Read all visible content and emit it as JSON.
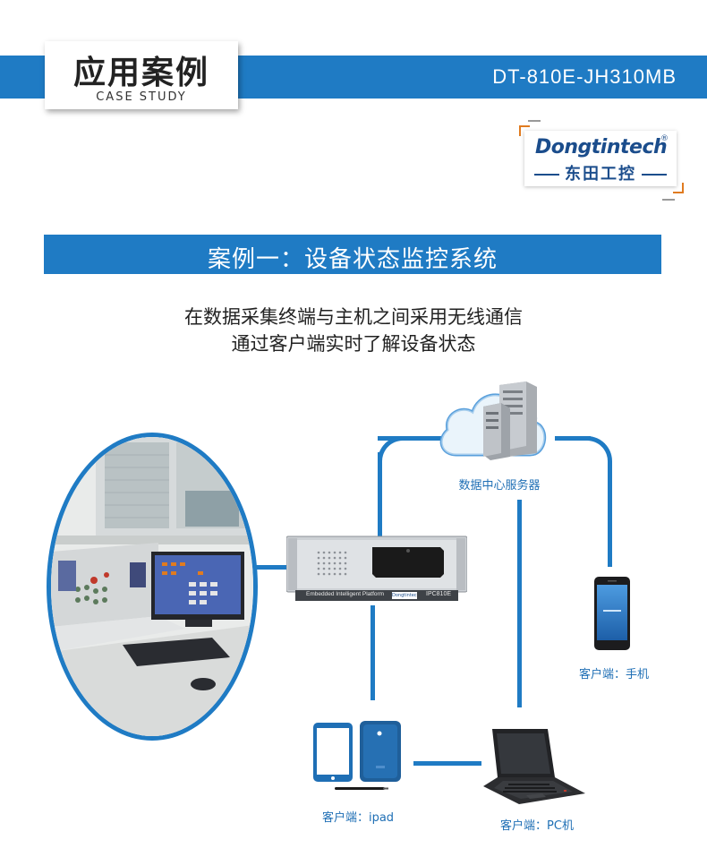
{
  "header": {
    "title_cn": "应用案例",
    "title_en": "CASE STUDY",
    "model": "DT-810E-JH310MB"
  },
  "logo": {
    "brand": "Dongtintech",
    "registered": "®",
    "brand_cn": "东田工控"
  },
  "case": {
    "title": "案例一：设备状态监控系统",
    "description_line1": "在数据采集终端与主机之间采用无线通信",
    "description_line2": "通过客户端实时了解设备状态"
  },
  "device": {
    "front_label": "Embedded Intelligent Platform",
    "brand_tag": "Dongtintech",
    "model_tag": "IPC810E"
  },
  "nodes": {
    "server": "数据中心服务器",
    "phone": "客户端：手机",
    "ipad": "客户端：ipad",
    "pc": "客户端：PC机"
  },
  "colors": {
    "accent": "#1f7bc4",
    "label_blue": "#1f6fb5",
    "logo_navy": "#1b4d8c",
    "logo_orange": "#e07b20"
  }
}
